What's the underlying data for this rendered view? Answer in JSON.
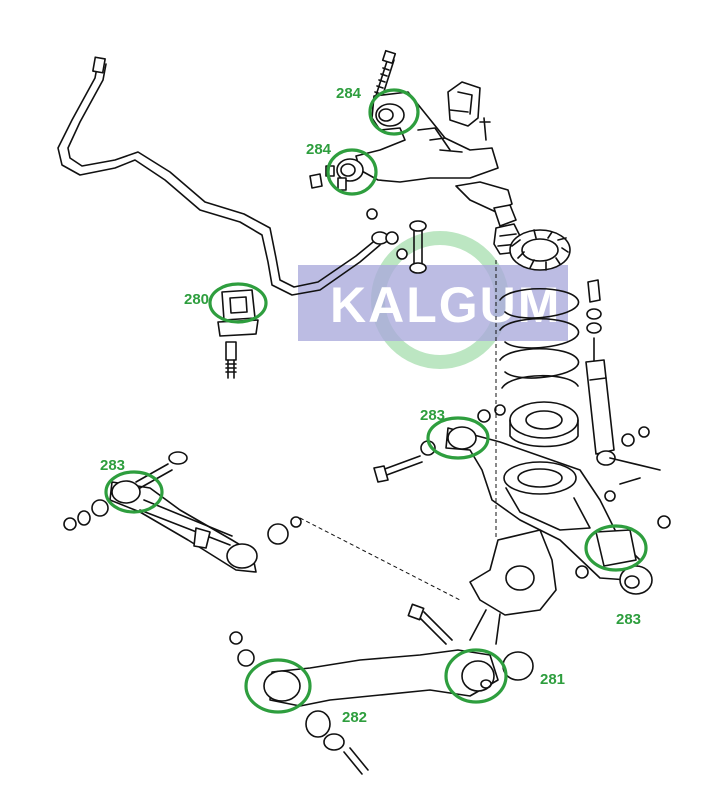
{
  "watermark": {
    "text": "KALGUM",
    "box_color": "#8f8fcf",
    "ring_color": "#7fcf8a"
  },
  "highlight_color": "#2e9e3e",
  "callouts": [
    {
      "id": "c1",
      "label": "284"
    },
    {
      "id": "c2",
      "label": "284"
    },
    {
      "id": "c3",
      "label": "280"
    },
    {
      "id": "c4",
      "label": "283"
    },
    {
      "id": "c5",
      "label": "283"
    },
    {
      "id": "c6",
      "label": "283"
    },
    {
      "id": "c7",
      "label": "281"
    },
    {
      "id": "c8",
      "label": "282"
    }
  ]
}
